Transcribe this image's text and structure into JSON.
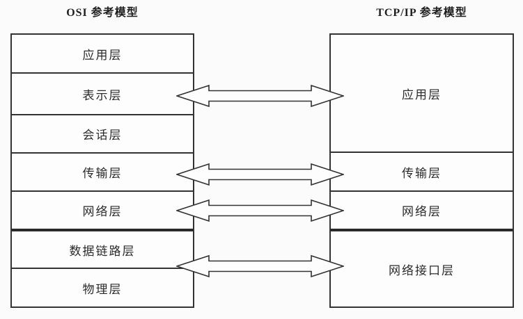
{
  "osi": {
    "title": "OSI 参考模型",
    "layers": [
      "应用层",
      "表示层",
      "会话层",
      "传输层",
      "网络层",
      "数据链路层",
      "物理层"
    ]
  },
  "tcpip": {
    "title": "TCP/IP 参考模型",
    "layers": [
      "应用层",
      "传输层",
      "网络层",
      "网络接口层"
    ]
  },
  "connections": [
    {
      "osi_layer": "表示层",
      "tcpip_layer": "应用层"
    },
    {
      "osi_layer": "传输层",
      "tcpip_layer": "传输层"
    },
    {
      "osi_layer": "网络层",
      "tcpip_layer": "网络层"
    },
    {
      "osi_layer": "数据链路层/物理层",
      "tcpip_layer": "网络接口层"
    }
  ],
  "colors": {
    "line": "#333333",
    "thick_line": "#2a2a2a",
    "text": "#2b2b2b",
    "background": "#fbfbfb"
  }
}
